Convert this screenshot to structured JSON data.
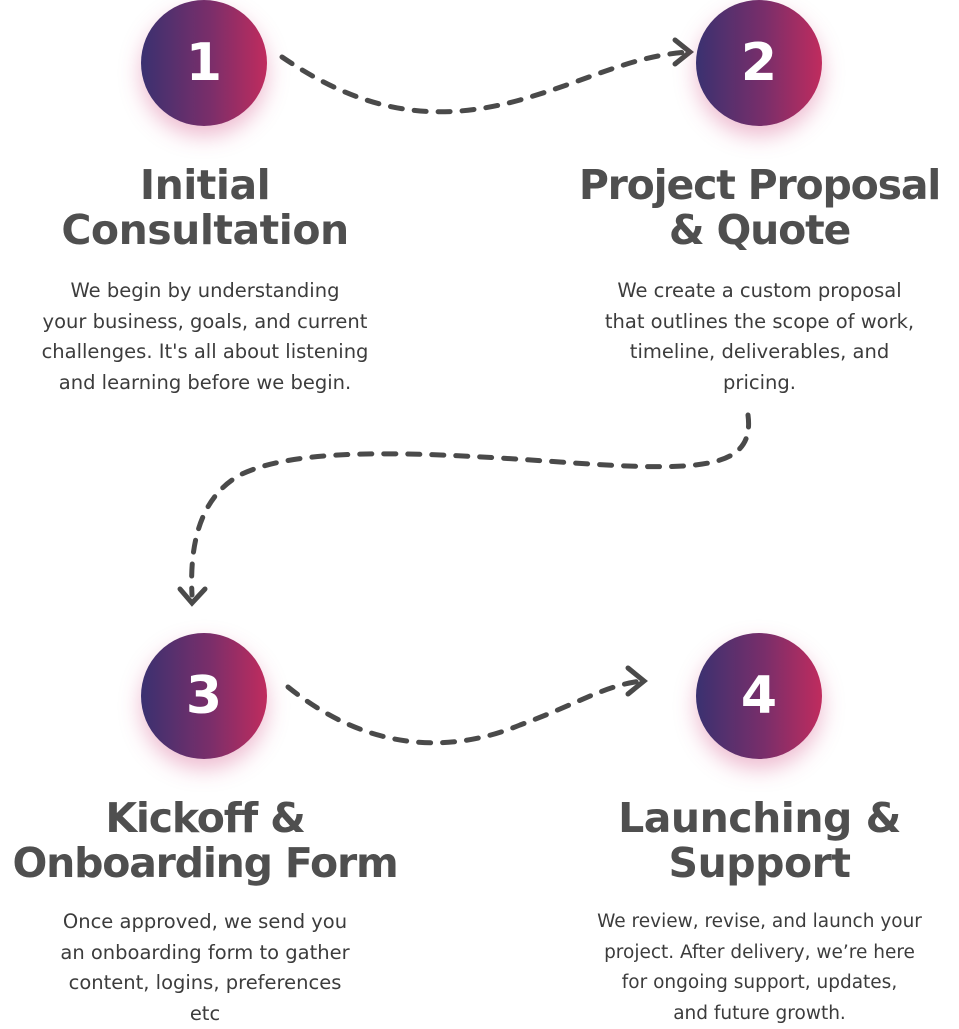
{
  "steps": [
    {
      "number": "1",
      "title_line1": "Initial",
      "title_line2": "Consultation",
      "desc_lines": [
        "We begin by understanding",
        "your business, goals, and current",
        "challenges. It's all about listening",
        "and learning before we begin."
      ]
    },
    {
      "number": "2",
      "title_line1": "Project Proposal",
      "title_line2": "& Quote",
      "desc_lines": [
        "We create a custom proposal",
        "that outlines the scope of work,",
        "timeline, deliverables, and",
        "pricing."
      ]
    },
    {
      "number": "3",
      "title_line1": "Kickoff &",
      "title_line2": "Onboarding Form",
      "desc_lines": [
        "Once approved, we send you",
        "an onboarding form to gather",
        "content, logins, preferences",
        "etc"
      ]
    },
    {
      "number": "4",
      "title_line1": "Launching &",
      "title_line2": "Support",
      "desc_lines": [
        "We review, revise, and launch your",
        "project. After delivery, we’re here",
        "for ongoing support, updates,",
        "and future growth."
      ]
    }
  ],
  "colors": {
    "gradient_start": "#3a3170",
    "gradient_end": "#c02c5e",
    "heading": "#4f4f4f",
    "body_text": "#3c3c3c",
    "arrow": "#4a4a4a"
  },
  "icons": [
    "dashed-arrow-right",
    "dashed-arrow-down",
    "dashed-arrow-right"
  ]
}
